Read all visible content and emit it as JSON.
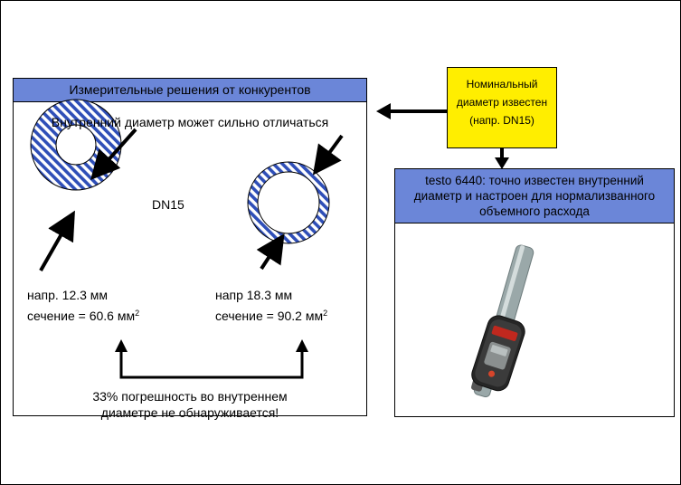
{
  "competitors": {
    "title": "Измерительные решения от конкурентов",
    "subtitle": "Внутренний диаметр может сильно отличаться",
    "dn_label": "DN15",
    "left_ring": {
      "line1": "напр. 12.3 мм",
      "line2_prefix": "сечение = 60.6 мм",
      "line2_exp": "2"
    },
    "right_ring": {
      "line1": "напр 18.3 мм",
      "line2_prefix": "сечение = 90.2 мм",
      "line2_exp": "2"
    },
    "conclusion_line1": "33% погрешность во внутреннем",
    "conclusion_line2": "диаметре не обнаруживается!"
  },
  "nominal": {
    "line1": "Номинальный",
    "line2": "диаметр известен",
    "line3": "(напр. DN15)"
  },
  "testo": {
    "line1": "testo 6440: точно известен внутренний",
    "line2": "диаметр и настроен для нормализванного",
    "line3": "объемного расхода"
  },
  "colors": {
    "header_blue": "#6b86d8",
    "hatch_blue": "#2f4fb8",
    "note_yellow": "#ffee00"
  }
}
